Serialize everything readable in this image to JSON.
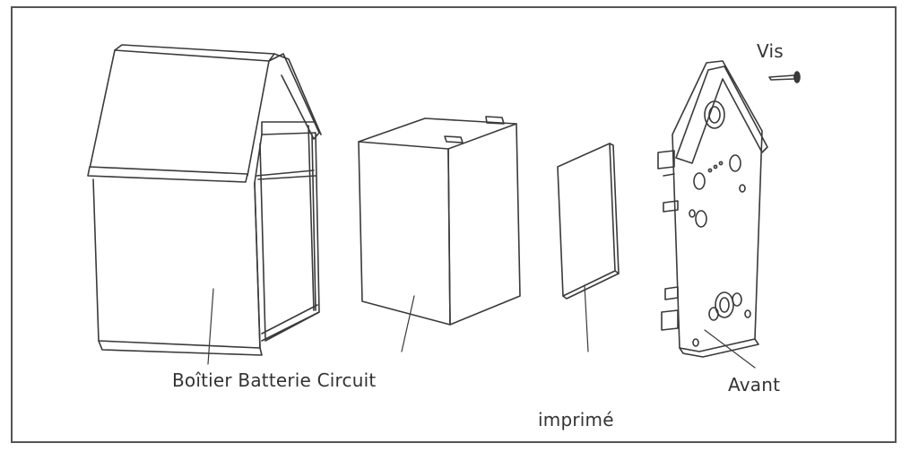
{
  "labels": {
    "main": "Boîtier Batterie Circuit",
    "front": "Avant",
    "printed": "imprimé",
    "screw": "Vis"
  },
  "colors": {
    "line": "#3a3a3a",
    "frame": "#555555",
    "text": "#333333"
  }
}
